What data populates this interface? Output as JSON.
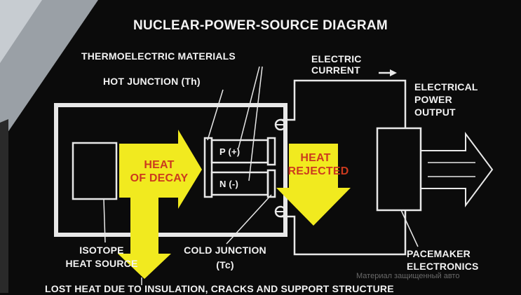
{
  "title": "NUCLEAR-POWER-SOURCE DIAGRAM",
  "labels": {
    "thermoelectric": "THERMOELECTRIC MATERIALS",
    "hot_junction": "HOT JUNCTION (Th)",
    "electric_current_1": "ELECTRIC",
    "electric_current_2": "CURRENT",
    "electrical_power_1": "ELECTRICAL",
    "electrical_power_2": "POWER",
    "electrical_power_3": "OUTPUT",
    "heat_of_decay_1": "HEAT",
    "heat_of_decay_2": "OF DECAY",
    "heat_rejected_1": "HEAT",
    "heat_rejected_2": "REJECTED",
    "p_type": "P (+)",
    "n_type": "N (-)",
    "isotope_1": "ISOTOPE",
    "isotope_2": "HEAT SOURCE",
    "cold_junction_1": "COLD JUNCTION",
    "cold_junction_2": "(Tc)",
    "pacemaker_1": "PACEMAKER",
    "pacemaker_2": "ELECTRONICS",
    "lost_heat": "LOST HEAT DUE TO INSULATION, CRACKS AND SUPPORT STRUCTURE"
  },
  "watermark": "Материал защищенный авто",
  "colors": {
    "background": "#0b0b0b",
    "arrow_yellow": "#f1ea1f",
    "line": "#e8e8e8",
    "text": "#f2f2f2"
  }
}
